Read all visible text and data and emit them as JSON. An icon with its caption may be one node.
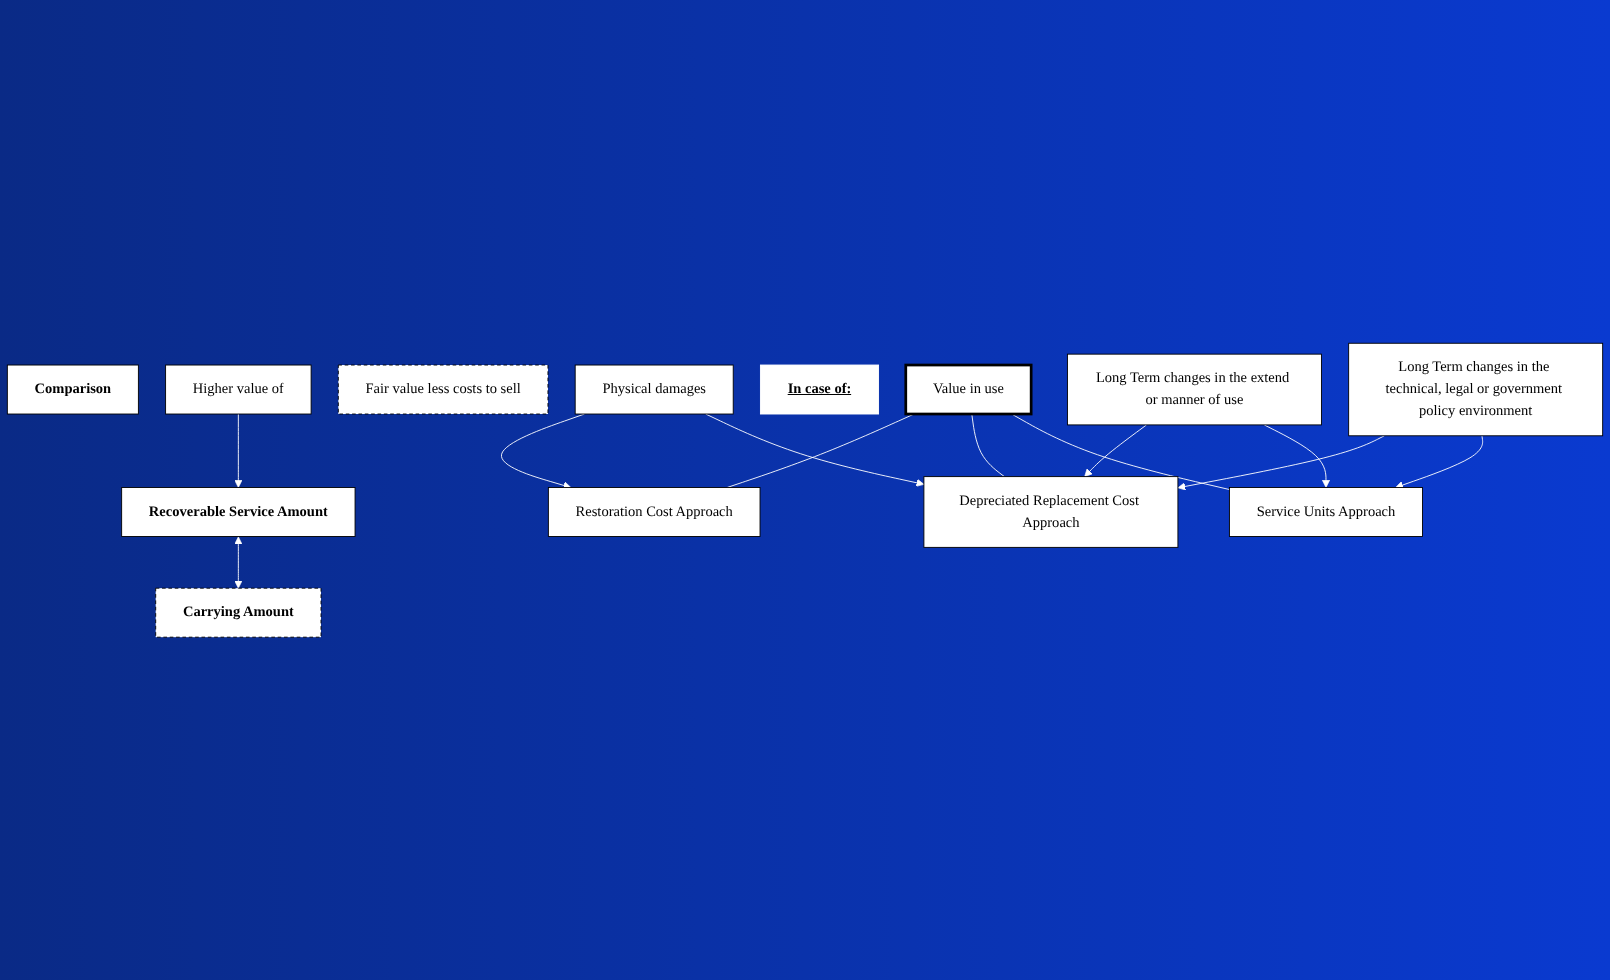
{
  "diagram": {
    "nodes": [
      {
        "text": [
          "Recoverable Service Amount"
        ]
      },
      {
        "text": [
          "Comparison"
        ]
      },
      {
        "text": [
          "Carrying Amount"
        ]
      },
      {
        "text": [
          "Higher value of"
        ]
      },
      {
        "text": [
          "Fair value less costs to sell"
        ]
      },
      {
        "text": [
          "Value in use"
        ]
      },
      {
        "text": [
          "Restoration Cost Approach"
        ]
      },
      {
        "text": [
          "Depreciated Replacement Cost Approach"
        ]
      },
      {
        "text": [
          "Service Units Approach"
        ]
      },
      {
        "text": [
          "In case of:"
        ]
      },
      {
        "text": [
          "Physical damages"
        ]
      },
      {
        "text": [
          "Long Term changes in the extend or manner of use"
        ]
      },
      {
        "text": [
          "Long Term changes in the technical, legal or government policy environment"
        ]
      }
    ],
    "edges": [
      {
        "from": 0,
        "to": 2,
        "arrow": "both"
      },
      {
        "from": 3,
        "to": 0,
        "arrow": "to"
      },
      {
        "from": 5,
        "to": 6,
        "arrow": "none"
      },
      {
        "from": 5,
        "to": 7,
        "arrow": "none"
      },
      {
        "from": 5,
        "to": 8,
        "arrow": "none"
      },
      {
        "from": 10,
        "to": 6,
        "arrow": "to"
      },
      {
        "from": 10,
        "to": 7,
        "arrow": "to"
      },
      {
        "from": 11,
        "to": 7,
        "arrow": "to"
      },
      {
        "from": 11,
        "to": 8,
        "arrow": "to"
      },
      {
        "from": 12,
        "to": 7,
        "arrow": "to"
      },
      {
        "from": 12,
        "to": 8,
        "arrow": "to"
      }
    ]
  }
}
